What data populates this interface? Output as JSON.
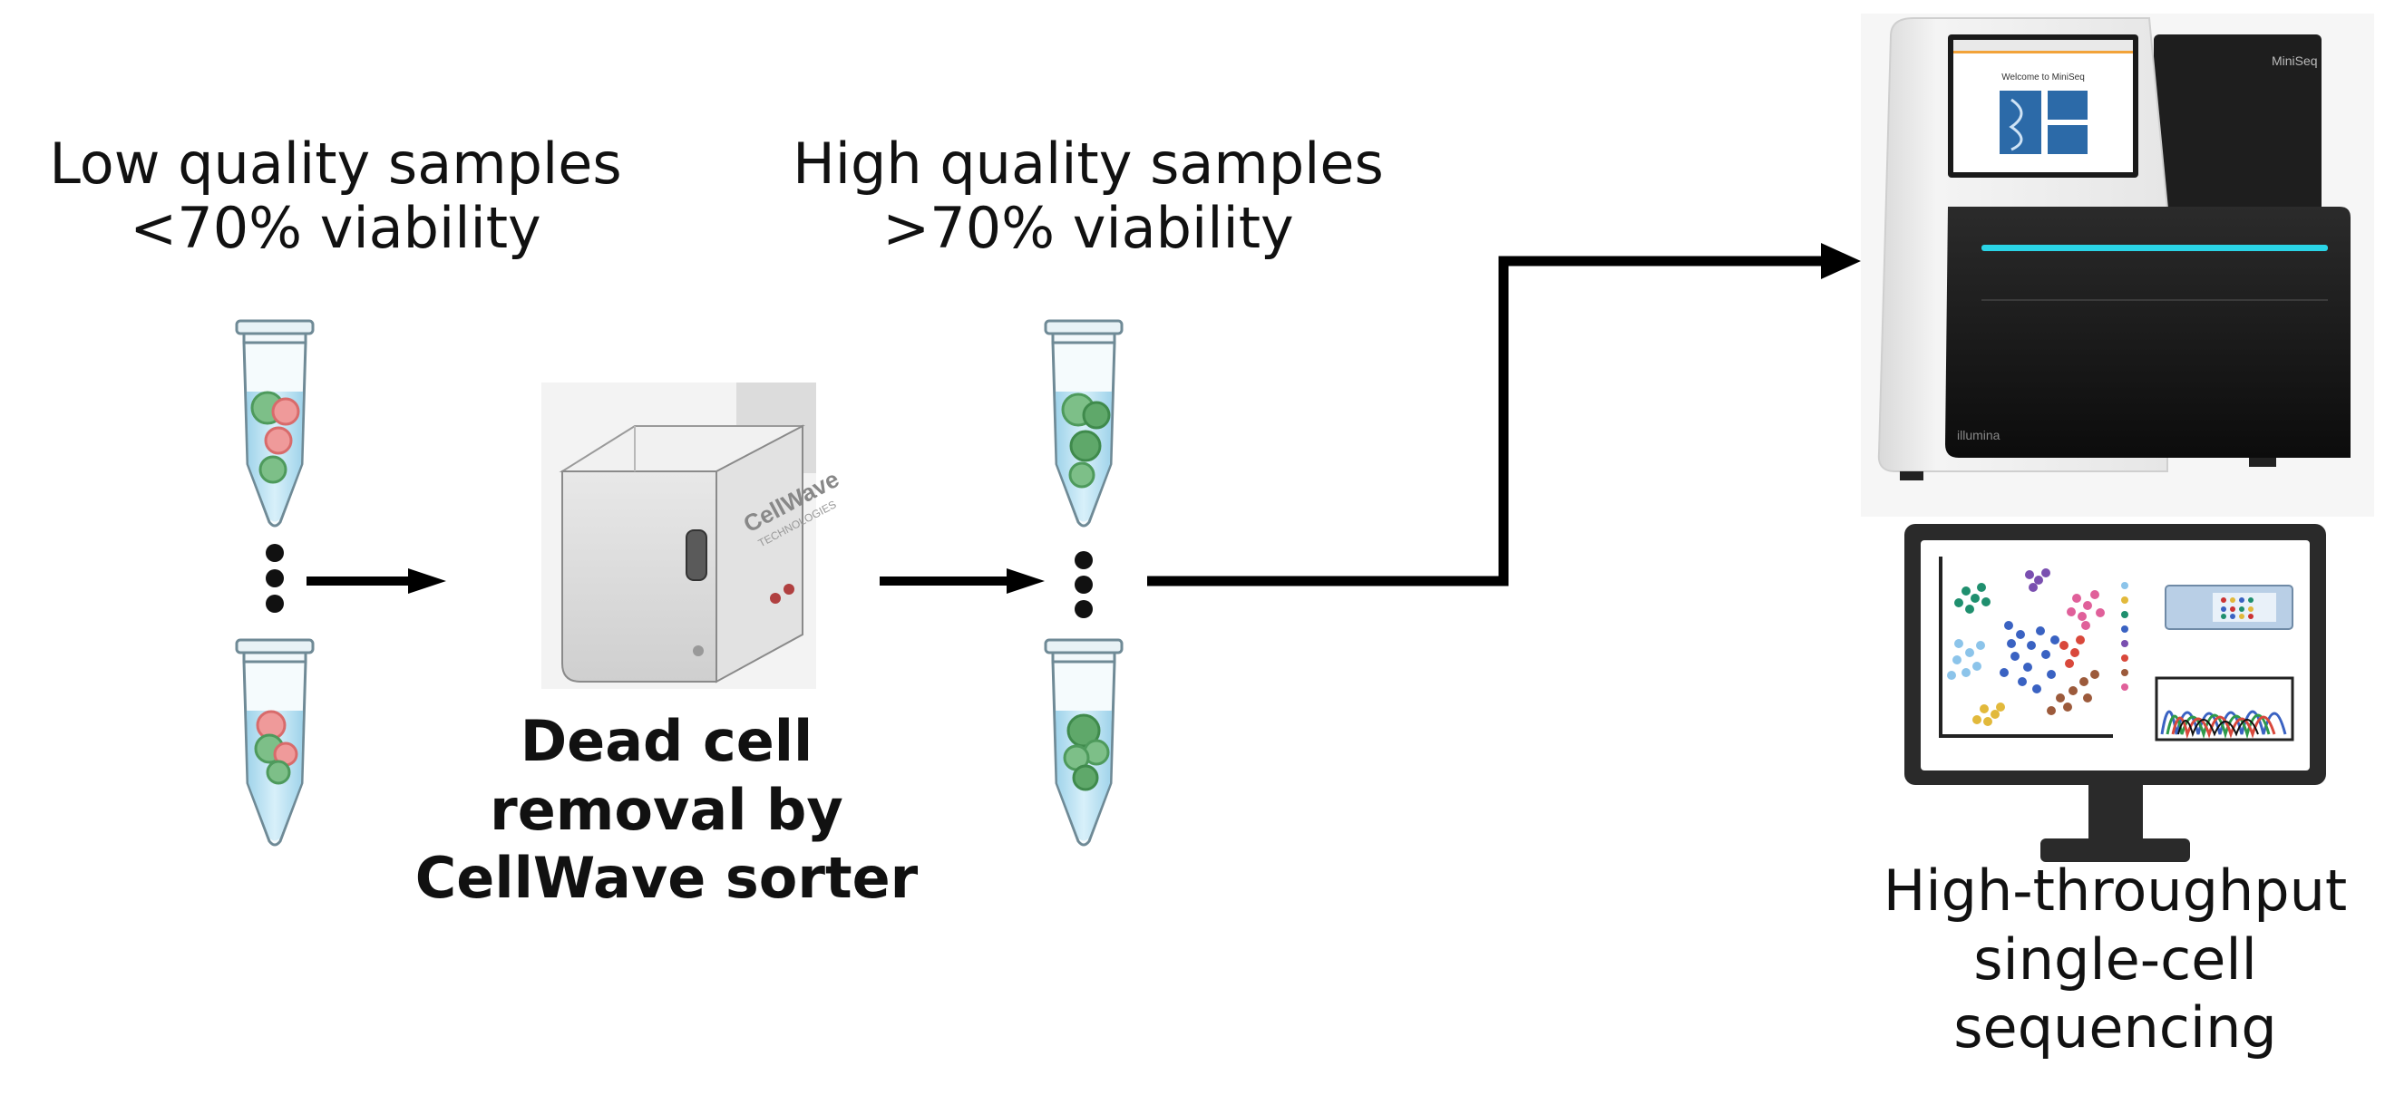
{
  "low_quality": {
    "line1": "Low quality samples",
    "line2": "<70% viability"
  },
  "high_quality": {
    "line1": "High quality samples",
    "line2": ">70% viability"
  },
  "sorter": {
    "line1": "Dead cell",
    "line2": "removal by",
    "line3": "CellWave sorter",
    "brand": "CellWave",
    "brand_sub": "TECHNOLOGIES"
  },
  "sequencing": {
    "line1": "High-throughput",
    "line2": "single-cell",
    "line3": "sequencing"
  },
  "sequencer": {
    "brand": "MiniSeq",
    "maker": "illumina",
    "screen_title": "Welcome to MiniSeq"
  },
  "colors": {
    "arrow": "#000000",
    "tube_liquid": "#bfe3f2",
    "live_cell": "#5fa86a",
    "dead_cell": "#e37b7b",
    "accent_stripe": "#2ad4e6"
  }
}
